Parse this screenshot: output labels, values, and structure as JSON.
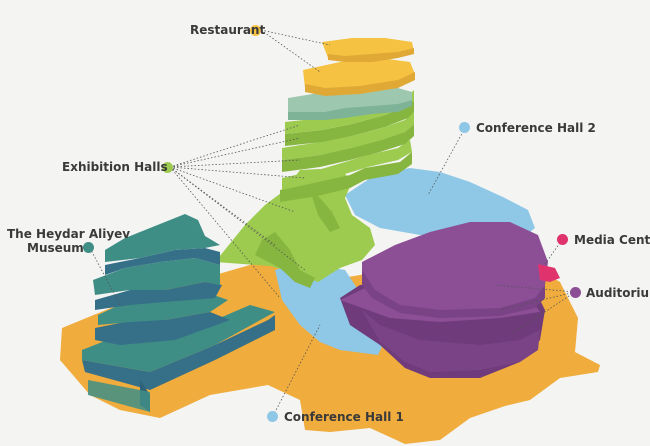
{
  "labels": {
    "restaurant": "Restaurant",
    "exhibition_halls": "Exhibition Halls",
    "museum_line1": "The Heydar Aliyev",
    "museum_line2": "Museum",
    "conference_hall_2": "Conference Hall 2",
    "media_center": "Media Center",
    "auditorium": "Auditorium",
    "conference_hall_1": "Conference Hall 1"
  },
  "colors": {
    "restaurant": "#f5c242",
    "exhibition": "#9ccb4f",
    "museum": "#3f8e86",
    "conference": "#8ec8e6",
    "media": "#e0336e",
    "auditorium": "#8c4f96",
    "ground": "#f0ac3c"
  }
}
